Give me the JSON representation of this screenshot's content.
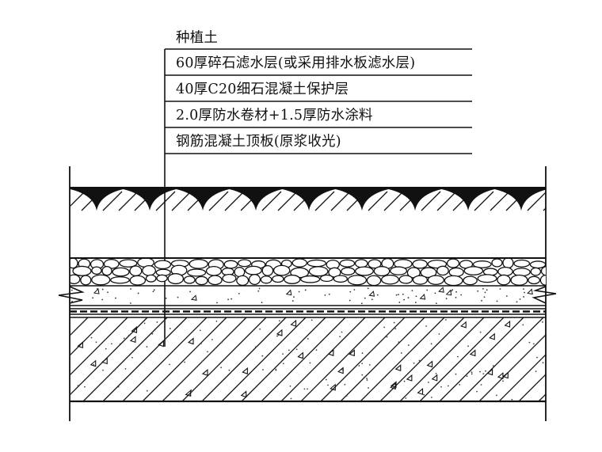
{
  "title": "种植顶板构造做法",
  "layers": [
    {
      "id": "planting-soil",
      "label": "种植土"
    },
    {
      "id": "gravel-filter",
      "label": "60厚碎石滤水层(或采用排水板滤水层)"
    },
    {
      "id": "fine-stone-concrete",
      "label": "40厚C20细石混凝土保护层"
    },
    {
      "id": "waterproofing",
      "label": "2.0厚防水卷材+1.5厚防水涂料"
    },
    {
      "id": "rc-roof-slab",
      "label": "钢筋混凝土顶板(原浆收光)"
    }
  ],
  "colors": {
    "line": "#111111",
    "background": "#ffffff"
  }
}
